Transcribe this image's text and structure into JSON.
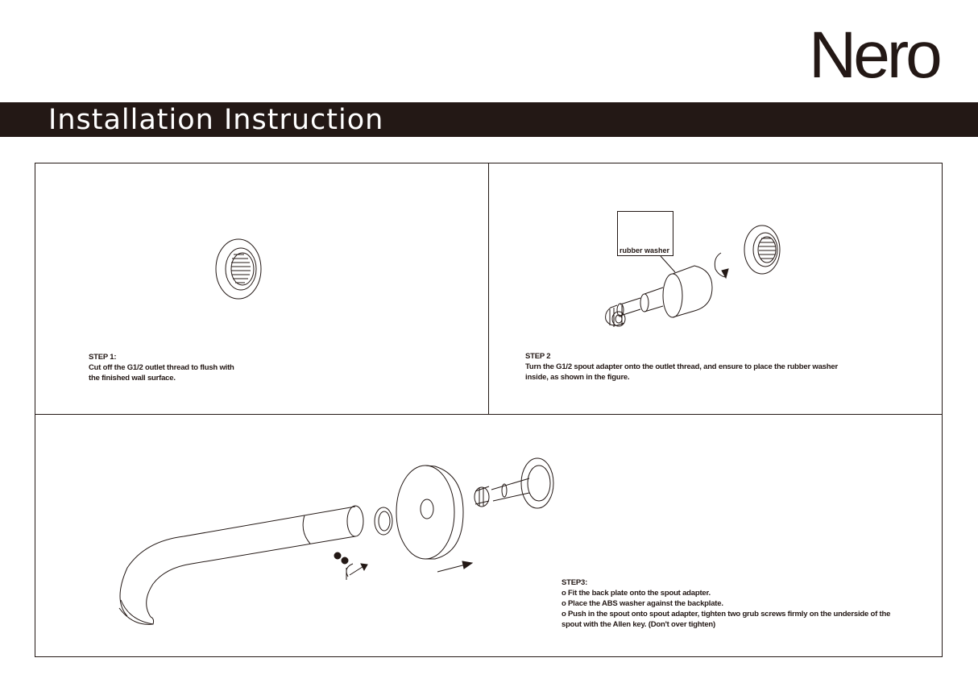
{
  "brand": "Nero",
  "title": "Installation Instruction",
  "step1": {
    "heading": "STEP 1:",
    "lines": [
      "Cut off the G1/2 outlet thread to flush with",
      "the finished wall surface."
    ]
  },
  "step2": {
    "heading": "STEP 2",
    "lines": [
      "Turn the G1/2 spout adapter onto the outlet thread, and ensure to place the rubber washer",
      "inside, as shown in the figure."
    ],
    "callout": "rubber washer"
  },
  "step3": {
    "heading": "STEP3:",
    "lines": [
      "o Fit the back plate onto the spout adapter.",
      "o Place the ABS washer against the backplate.",
      "o Push in the spout onto spout adapter, tighten two grub screws firmly on the underside of the",
      "spout with the Allen key. (Don't over tighten)"
    ]
  },
  "colors": {
    "ink": "#231815",
    "background": "#ffffff"
  }
}
